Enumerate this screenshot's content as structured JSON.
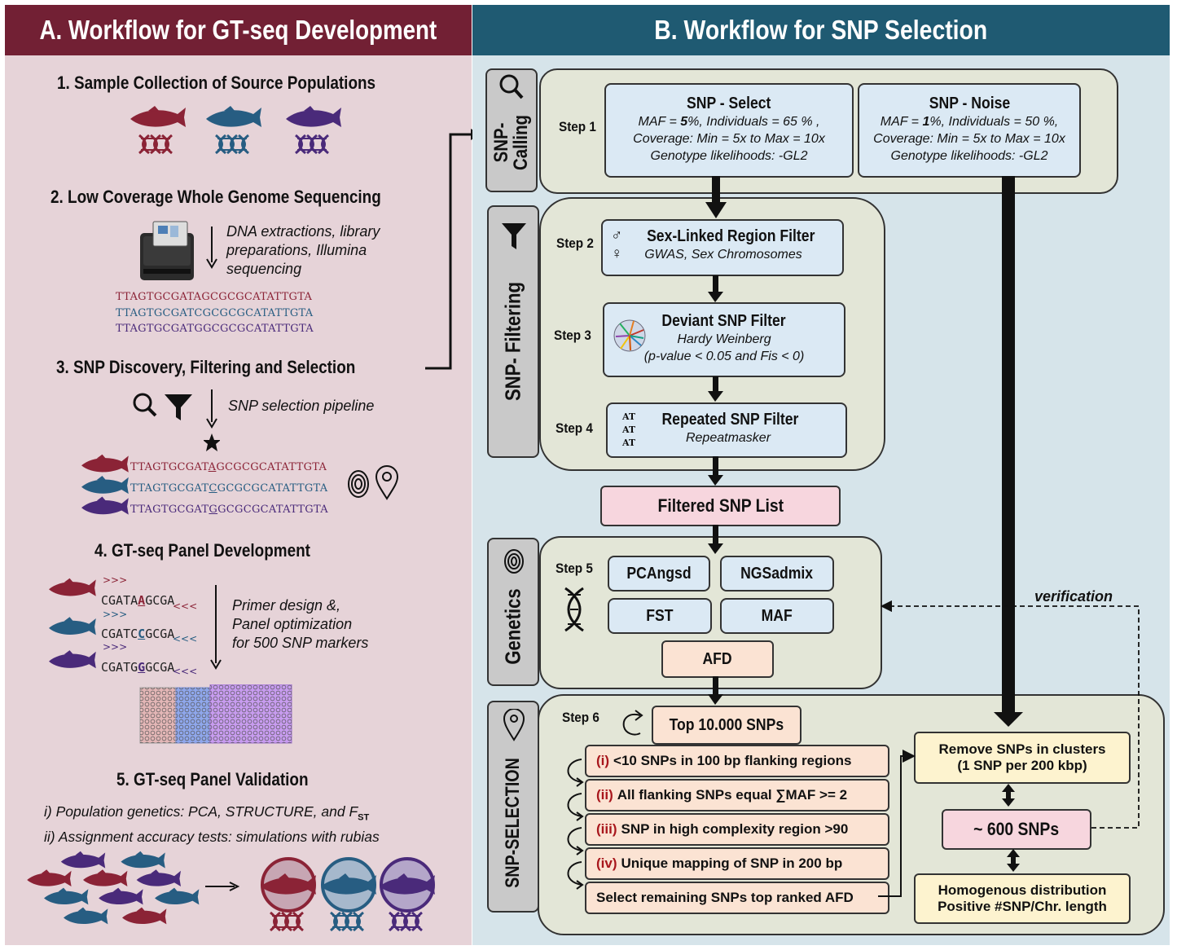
{
  "panel_a": {
    "title": "A.  Workflow for GT-seq Development",
    "s1_title": "1. Sample Collection of Source Populations",
    "s2_title": "2. Low Coverage Whole Genome Sequencing",
    "s2_desc": [
      "DNA extractions, library",
      "preparations, Illumina",
      "sequencing"
    ],
    "s2_seqs": [
      "TTAGTGCGATAGCGCGCATATTGTA",
      "TTAGTGCGATCGCGCGCATATTGTA",
      "TTAGTGCGATGGCGCGCATATTGTA"
    ],
    "s3_title": "3. SNP Discovery, Filtering and Selection",
    "s3_desc": "SNP selection pipeline",
    "s3_seqs": [
      {
        "pre": "TTAGTGCGAT",
        "snp": "A",
        "post": "GCGCGCATATTGTA"
      },
      {
        "pre": "TTAGTGCGAT",
        "snp": "C",
        "post": "GCGCGCATATTGTA"
      },
      {
        "pre": "TTAGTGCGAT",
        "snp": "G",
        "post": "GCGCGCATATTGTA"
      }
    ],
    "s4_title": "4. GT-seq Panel Development",
    "s4_seqs": [
      {
        "pre": "CGATA",
        "snp": "A",
        "post": "GCGA"
      },
      {
        "pre": "CGATC",
        "snp": "C",
        "post": "GCGA"
      },
      {
        "pre": "CGATG",
        "snp": "G",
        "post": "GCGA"
      }
    ],
    "s4_desc": [
      "Primer design &,",
      "Panel optimization",
      "for 500 SNP markers"
    ],
    "s5_title": "5. GT-seq Panel Validation",
    "s5_line1": "i) Population genetics: PCA, STRUCTURE, and F",
    "s5_line1_sub": "ST",
    "s5_line2": "ii) Assignment accuracy tests: simulations with rubias"
  },
  "panel_b": {
    "title": "B.  Workflow for SNP Selection",
    "sidebars": {
      "calling": "SNP-\nCalling",
      "filtering": "SNP- Filtering",
      "genetics": "Genetics",
      "selection": "SNP-SELECTION"
    },
    "steps": [
      "Step 1",
      "Step 2",
      "Step 3",
      "Step 4",
      "Step 5",
      "Step 6"
    ],
    "snp_select": {
      "title": "SNP - Select",
      "l1a": "MAF = ",
      "l1b": "5",
      "l1c": "%, Individuals = 65 % ,",
      "l2": "Coverage: Min = 5x to Max = 10x",
      "l3": "Genotype likelihoods: -GL2"
    },
    "snp_noise": {
      "title": "SNP - Noise",
      "l1a": "MAF = ",
      "l1b": "1",
      "l1c": "%, Individuals = 50 %,",
      "l2": "Coverage: Min = 5x to Max = 10x",
      "l3": "Genotype likelihoods: -GL2"
    },
    "sex_filter": {
      "title": "Sex-Linked Region Filter",
      "sub": "GWAS, Sex Chromosomes"
    },
    "deviant_filter": {
      "title": "Deviant SNP Filter",
      "sub1": "Hardy Weinberg",
      "sub2": "(p-value < 0.05 and Fis < 0)"
    },
    "repeat_filter": {
      "title": "Repeated SNP Filter",
      "sub": "Repeatmasker",
      "icon_text": "AT"
    },
    "filtered_list": "Filtered SNP List",
    "genetics": {
      "pcangsd": "PCAngsd",
      "ngsadmix": "NGSadmix",
      "fst": "FST",
      "maf": "MAF",
      "afd": "AFD"
    },
    "top_snps": "Top 10.000 SNPs",
    "criteria": [
      {
        "num": "(i)",
        "text": "<10 SNPs in 100 bp flanking regions"
      },
      {
        "num": "(ii)",
        "text": "All flanking SNPs equal ∑MAF >= 2"
      },
      {
        "num": "(iii)",
        "text": "SNP in high complexity region >90"
      },
      {
        "num": "(iv)",
        "text": "Unique mapping of SNP in 200 bp"
      },
      {
        "num": "",
        "text": "Select remaining SNPs top ranked AFD"
      }
    ],
    "remove_clusters": [
      "Remove SNPs in clusters",
      "(1 SNP per 200 kbp)"
    ],
    "final_snps": "~ 600 SNPs",
    "homogenous": [
      "Homogenous distribution",
      "Positive #SNP/Chr. length"
    ],
    "verification": "verification"
  },
  "colors": {
    "pop1": "#8b2336",
    "pop2": "#275d82",
    "pop3": "#4a2a7a",
    "header_a": "#722034",
    "header_b": "#1f5a72"
  }
}
